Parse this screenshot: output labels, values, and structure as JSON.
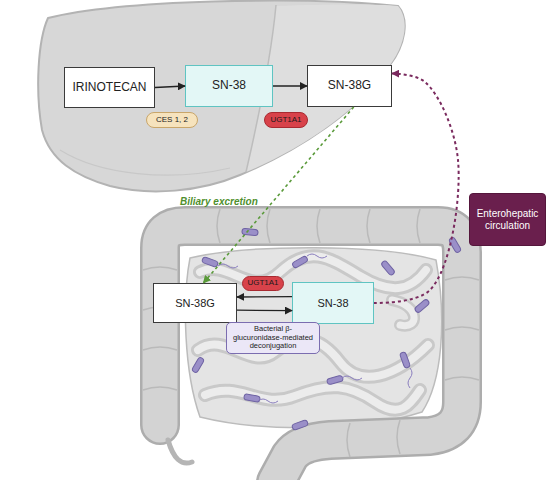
{
  "diagram": {
    "nodes": [
      {
        "text": [
          "IRINOTECAN"
        ]
      },
      {
        "text": [
          "CES 1, 2"
        ]
      },
      {
        "text": [
          "SN-38"
        ]
      },
      {
        "text": [
          "UGT1A1"
        ]
      },
      {
        "text": [
          "SN-38G"
        ]
      },
      {
        "text": [
          "Enterohepatic circulation"
        ]
      },
      {
        "text": [
          "SN-38G"
        ]
      },
      {
        "text": [
          "UGT1A1"
        ]
      },
      {
        "text": [
          "SN-38"
        ]
      },
      {
        "text": [
          "Bacterial β-glucuronidase-mediated deconjugation"
        ]
      }
    ],
    "edges": [
      {
        "from": 0,
        "to": 2,
        "arrow": "to"
      },
      {
        "from": 2,
        "to": 4,
        "arrow": "to"
      },
      {
        "from": 4,
        "to": 6,
        "label": "Biliary excretion",
        "arrow": "to"
      },
      {
        "from": 8,
        "to": 6,
        "arrow": "to"
      },
      {
        "from": 6,
        "to": 8,
        "arrow": "to"
      },
      {
        "from": 8,
        "to": 4,
        "arrow": "to"
      }
    ]
  }
}
